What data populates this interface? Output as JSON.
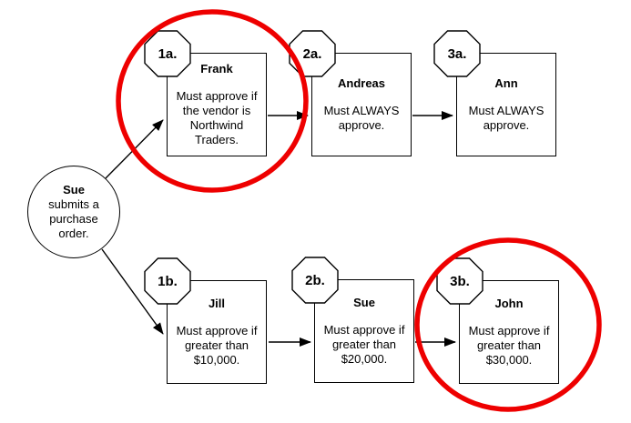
{
  "diagram": {
    "start": {
      "name": "Sue",
      "text": "submits a\npurchase\norder."
    },
    "nodes": [
      {
        "id": "1a",
        "badge": "1a.",
        "name": "Frank",
        "text": "Must approve if\nthe vendor is\nNorthwind\nTraders.",
        "highlighted": true
      },
      {
        "id": "2a",
        "badge": "2a.",
        "name": "Andreas",
        "text": "Must ALWAYS\napprove.",
        "highlighted": false
      },
      {
        "id": "3a",
        "badge": "3a.",
        "name": "Ann",
        "text": "Must ALWAYS\napprove.",
        "highlighted": false
      },
      {
        "id": "1b",
        "badge": "1b.",
        "name": "Jill",
        "text": "Must approve if\ngreater than\n$10,000.",
        "highlighted": true
      },
      {
        "id": "2b",
        "badge": "2b.",
        "name": "Sue",
        "text": "Must approve if\ngreater than\n$20,000.",
        "highlighted": false
      },
      {
        "id": "3b",
        "badge": "3b.",
        "name": "John",
        "text": "Must approve if\ngreater than\n$30,000.",
        "highlighted": true
      }
    ],
    "colors": {
      "highlight": "#ee0000",
      "line": "#000000",
      "background": "#ffffff"
    }
  }
}
